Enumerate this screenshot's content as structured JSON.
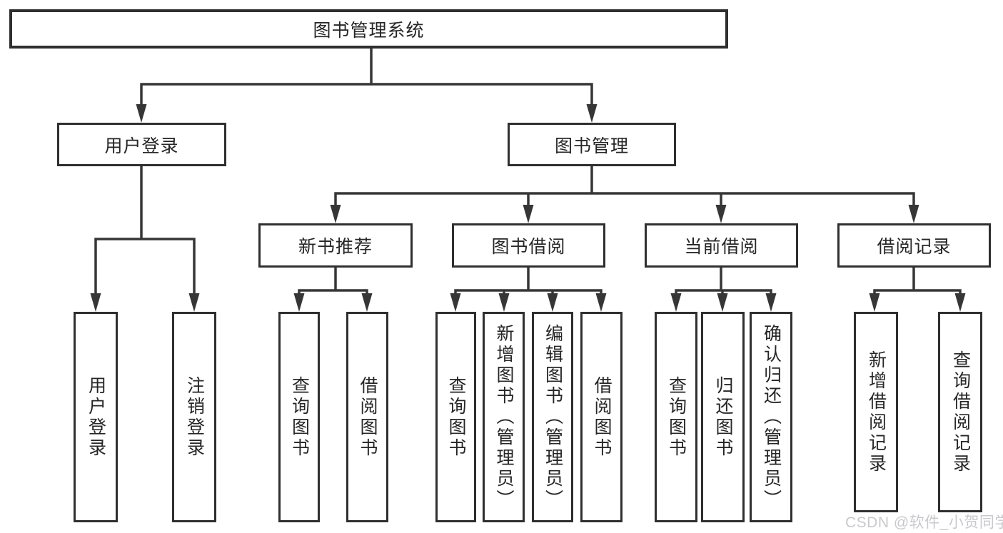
{
  "colors": {
    "line": "#363636",
    "border": "#2f2f2f",
    "text": "#262626",
    "background": "#ffffff",
    "watermark": "#c6c6ca"
  },
  "diagram": {
    "root": {
      "label": "图书管理系统"
    },
    "level2": [
      {
        "label": "用户登录"
      },
      {
        "label": "图书管理"
      }
    ],
    "level3": [
      {
        "label": "新书推荐"
      },
      {
        "label": "图书借阅"
      },
      {
        "label": "当前借阅"
      },
      {
        "label": "借阅记录"
      }
    ],
    "leaves": {
      "user_login": [
        {
          "label": "用户登录"
        },
        {
          "label": "注销登录"
        }
      ],
      "new_book": [
        {
          "label": "查询图书"
        },
        {
          "label": "借阅图书"
        }
      ],
      "book_borrow": [
        {
          "label": "查询图书"
        },
        {
          "label": "新增图书（管理员）"
        },
        {
          "label": "编辑图书（管理员）"
        },
        {
          "label": "借阅图书"
        }
      ],
      "current_borrow": [
        {
          "label": "查询图书"
        },
        {
          "label": "归还图书"
        },
        {
          "label": "确认归还（管理员）"
        }
      ],
      "borrow_record": [
        {
          "label": "新增借阅记录"
        },
        {
          "label": "查询借阅记录"
        }
      ]
    }
  },
  "watermark": {
    "text": "CSDN @软件_小贺同学"
  }
}
